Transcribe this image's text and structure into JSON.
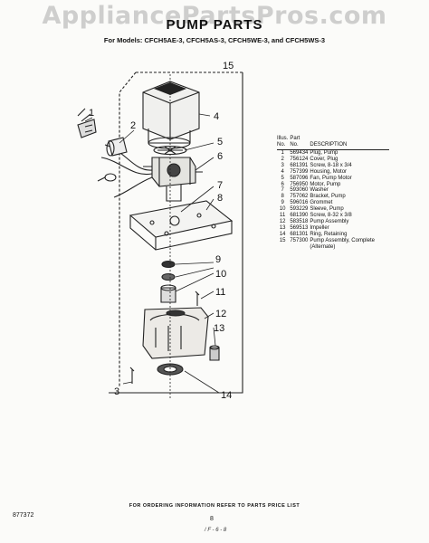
{
  "watermark": "AppliancePartsPros.com",
  "title": "PUMP PARTS",
  "models_line": "For Models: CFCH5AE-3, CFCH5AS-3, CFCH5WE-3, and CFCH5WS-3",
  "callouts": [
    "1",
    "2",
    "3",
    "4",
    "5",
    "6",
    "7",
    "8",
    "9",
    "10",
    "11",
    "12",
    "13",
    "14",
    "15"
  ],
  "table": {
    "headers": {
      "illus_line1": "Illus.",
      "illus_line2": "No.",
      "part_line1": "Part",
      "part_line2": "No.",
      "description": "DESCRIPTION"
    },
    "rows": [
      {
        "illus": "1",
        "part": "569434",
        "desc": "Plug, Pump"
      },
      {
        "illus": "2",
        "part": "756124",
        "desc": "Cover, Plug"
      },
      {
        "illus": "3",
        "part": "681391",
        "desc": "Screw, 8-18 x 3/4"
      },
      {
        "illus": "4",
        "part": "757399",
        "desc": "Housing, Motor"
      },
      {
        "illus": "5",
        "part": "587096",
        "desc": "Fan, Pump Motor"
      },
      {
        "illus": "6",
        "part": "756950",
        "desc": "Motor, Pump"
      },
      {
        "illus": "7",
        "part": "593060",
        "desc": "Washer"
      },
      {
        "illus": "8",
        "part": "757062",
        "desc": "Bracket, Pump"
      },
      {
        "illus": "9",
        "part": "596016",
        "desc": "Grommet"
      },
      {
        "illus": "10",
        "part": "593229",
        "desc": "Sleeve, Pump"
      },
      {
        "illus": "11",
        "part": "681390",
        "desc": "Screw, 8-32 x 3/8"
      },
      {
        "illus": "12",
        "part": "583518",
        "desc": "Pump Assembly"
      },
      {
        "illus": "13",
        "part": "569513",
        "desc": "Impeller"
      },
      {
        "illus": "14",
        "part": "681301",
        "desc": "Ring, Retaining"
      },
      {
        "illus": "15",
        "part": "757300",
        "desc": "Pump Assembly, Complete (Alternate)"
      }
    ]
  },
  "footer": {
    "note": "FOR ORDERING INFORMATION REFER TO PARTS PRICE LIST",
    "code": "877372",
    "page": "8",
    "mark": "/ F - 6 - 8"
  }
}
